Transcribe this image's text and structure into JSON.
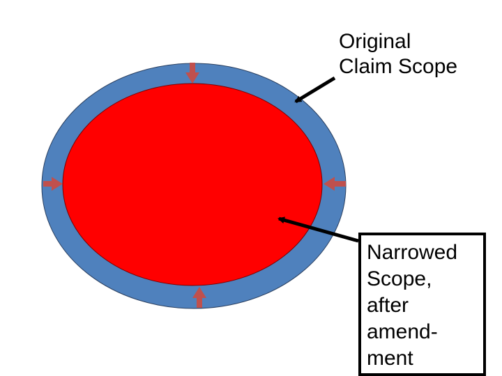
{
  "labels": {
    "original_scope": [
      "Original",
      "Claim Scope"
    ],
    "narrowed_scope": [
      "Narrowed",
      "Scope,",
      "after",
      "amend-",
      "ment"
    ]
  },
  "colors": {
    "original_scope_fill": "#4F81BD",
    "narrowed_scope_fill": "#FF0000",
    "inward_arrow": "#C0504D",
    "pointer_arrow": "#000000"
  },
  "icons": {
    "inward_arrows": "arrow-inward-icon",
    "pointer_arrows": "arrow-pointer-icon"
  }
}
